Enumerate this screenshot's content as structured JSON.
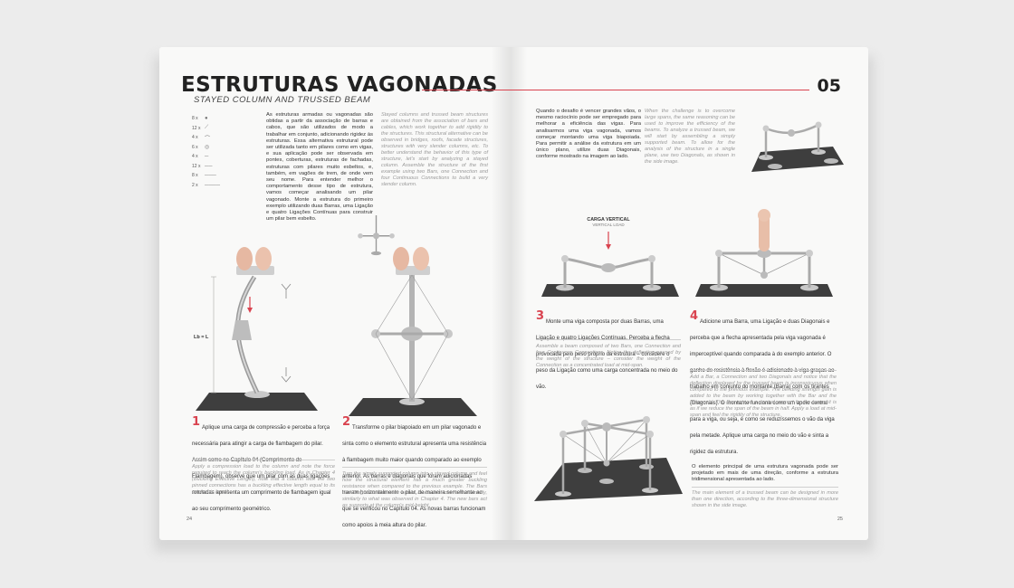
{
  "left_page": {
    "title": "ESTRUTURAS VAGONADAS",
    "subtitle": "STAYED COLUMN AND TRUSSED BEAM",
    "parts": [
      {
        "qty": "8 x",
        "icon": "ball-icon"
      },
      {
        "qty": "12 x",
        "icon": "bar-icon"
      },
      {
        "qty": "4 x",
        "icon": "arch-icon"
      },
      {
        "qty": "6 x",
        "icon": "ring-icon"
      },
      {
        "qty": "4 x",
        "icon": "rod-icon"
      },
      {
        "qty": "12 x",
        "icon": "rod-icon"
      },
      {
        "qty": "8 x",
        "icon": "rod-icon"
      },
      {
        "qty": "2 x",
        "icon": "plate-icon"
      }
    ],
    "intro_pt": "As estruturas armadas ou vagonadas são obtidas a partir da associação de barras e cabos, que são utilizados de modo a trabalhar em conjunto, adicionando rigidez às estruturas. Essa alternativa estrutural pode ser utilizada tanto em pilares como em vigas, e sua aplicação pode ser observada em pontes, coberturas, estruturas de fachadas, estruturas com pilares muito esbeltos, e, também, em vagões de trem, de onde vem seu nome. Para entender melhor o comportamento desse tipo de estrutura, vamos começar analisando um pilar vagonado. Monte a estrutura do primeiro exemplo utilizando duas Barras, uma Ligação e quatro Ligações Contínuas para construir um pilar bem esbelto.",
    "intro_en": "Stayed columns and trussed beam structures are obtained from the association of bars and cables, which work together to add rigidity to the structures. This structural alternative can be observed in bridges, roofs, facade structures, structures with very slender columns, etc. To better understand the behavior of this type of structure, let's start by analyzing a stayed column. Assemble the structure of the first example using two Bars, one Connection and four Continuous Connections to build a very slender column.",
    "dimension_label": "Lb = L",
    "step1_num": "1",
    "step1_pt": "Aplique uma carga de compressão e perceba a força necessária para atingir a carga de flambagem do pilar. Assim como no Capítulo 04 (Comprimento de Flambagem), observe que um pilar com as duas ligações rotuladas apresenta um comprimento de flambagem igual ao seu comprimento geométrico.",
    "step1_en": "Apply a compression load to the column and note the force required to reach the column's buckling load. As in Chapter 4 (Buckling Effective Length), note that a column with the two pinned connections has a buckling effective length equal to its geometric length.",
    "step2_num": "2",
    "step2_pt": "Transforme o pilar biapoiado em um pilar vagonado e sinta como o elemento estrutural apresenta uma resistência à flambagem muito maior quando comparado ao exemplo anterior. As barras e diagonais que foram adicionadas travam horizontalmente o pilar, de maneira semelhante ao que se verificou no Capítulo 04. As novas barras funcionam como apoios à meia altura do pilar.",
    "step2_en": "Turn the simply supported column into a stayed column and feel how the structural element has a much greater buckling resistance when compared to the previous example. The Bars and Diagonals that were added brace the column horizontally, similarly to what was observed in Chapter 4. The new bars act as supports at the column's mid-height.",
    "page_number": "24"
  },
  "right_page": {
    "chapter_number": "05",
    "intro_pt": "Quando o desafio é vencer grandes vãos, o mesmo raciocínio pode ser empregado para melhorar a eficiência das vigas. Para analisarmos uma viga vagonada, vamos começar montando uma viga biapoiada. Para permitir a análise da estrutura em um único plano, utilize duas Diagonais, conforme mostrado na imagem ao lado.",
    "intro_en": "When the challenge is to overcome large spans, the same reasoning can be used to improve the efficiency of the beams. To analyze a trussed beam, we will start by assembling a simply supported beam. To allow for the analysis of the structure in a single plane, use two Diagonals, as shown in the side image.",
    "load_label": "CARGA VERTICAL",
    "load_label_en": "VERTICAL LOAD",
    "step3_num": "3",
    "step3_pt": "Monte uma viga composta por duas Barras, uma Ligação e quatro Ligações Contínuas. Perceba a flecha provocada pelo peso próprio da estrutura – considere o peso da Ligação como uma carga concentrada no meio do vão.",
    "step3_en": "Assemble a beam composed of two Bars, one Connection and four Continuous Connections. Notice the deflection caused by the weight of the structure – consider the weight of the Connection as a concentrated load at mid-span.",
    "step4_num": "4",
    "step4_pt": "Adicione uma Barra, uma Ligação e duas Diagonais e perceba que a flecha apresentada pela viga vagonada é imperceptível quando comparada à do exemplo anterior. O ganho de resistência à flexão é adicionado à viga graças ao trabalho em conjunto do montante (Barra) com os tirantes (Diagonais). O montante funciona como um apoio central para a viga, ou seja, é como se reduzíssemos o vão da viga pela metade. Aplique uma carga no meio do vão e sinta a rigidez da estrutura.",
    "step4_en": "Add a Bar, a Connection and two Diagonals and notice that the deflection displayed by the trussed beam is inconspicuous when compared to the previous example. The bending strength gain is added to the beam by working together with the Bar and the Diagonals. The Bar acts as a central support for the beam; it is as if we reduce the span of the beam in half. Apply a load at mid-span and feel the rigidity of the structure.",
    "closing_pt": "O elemento principal de uma estrutura vagonada pode ser projetado em mais de uma direção, conforme a estrutura tridimensional apresentada ao lado.",
    "closing_en": "The main element of a trussed beam can be designed in more than one direction, according to the three-dimensional structure shown in the side image.",
    "page_number": "25"
  },
  "colors": {
    "accent": "#d9434f",
    "paper": "#f9f9f8",
    "background": "#ececec"
  }
}
